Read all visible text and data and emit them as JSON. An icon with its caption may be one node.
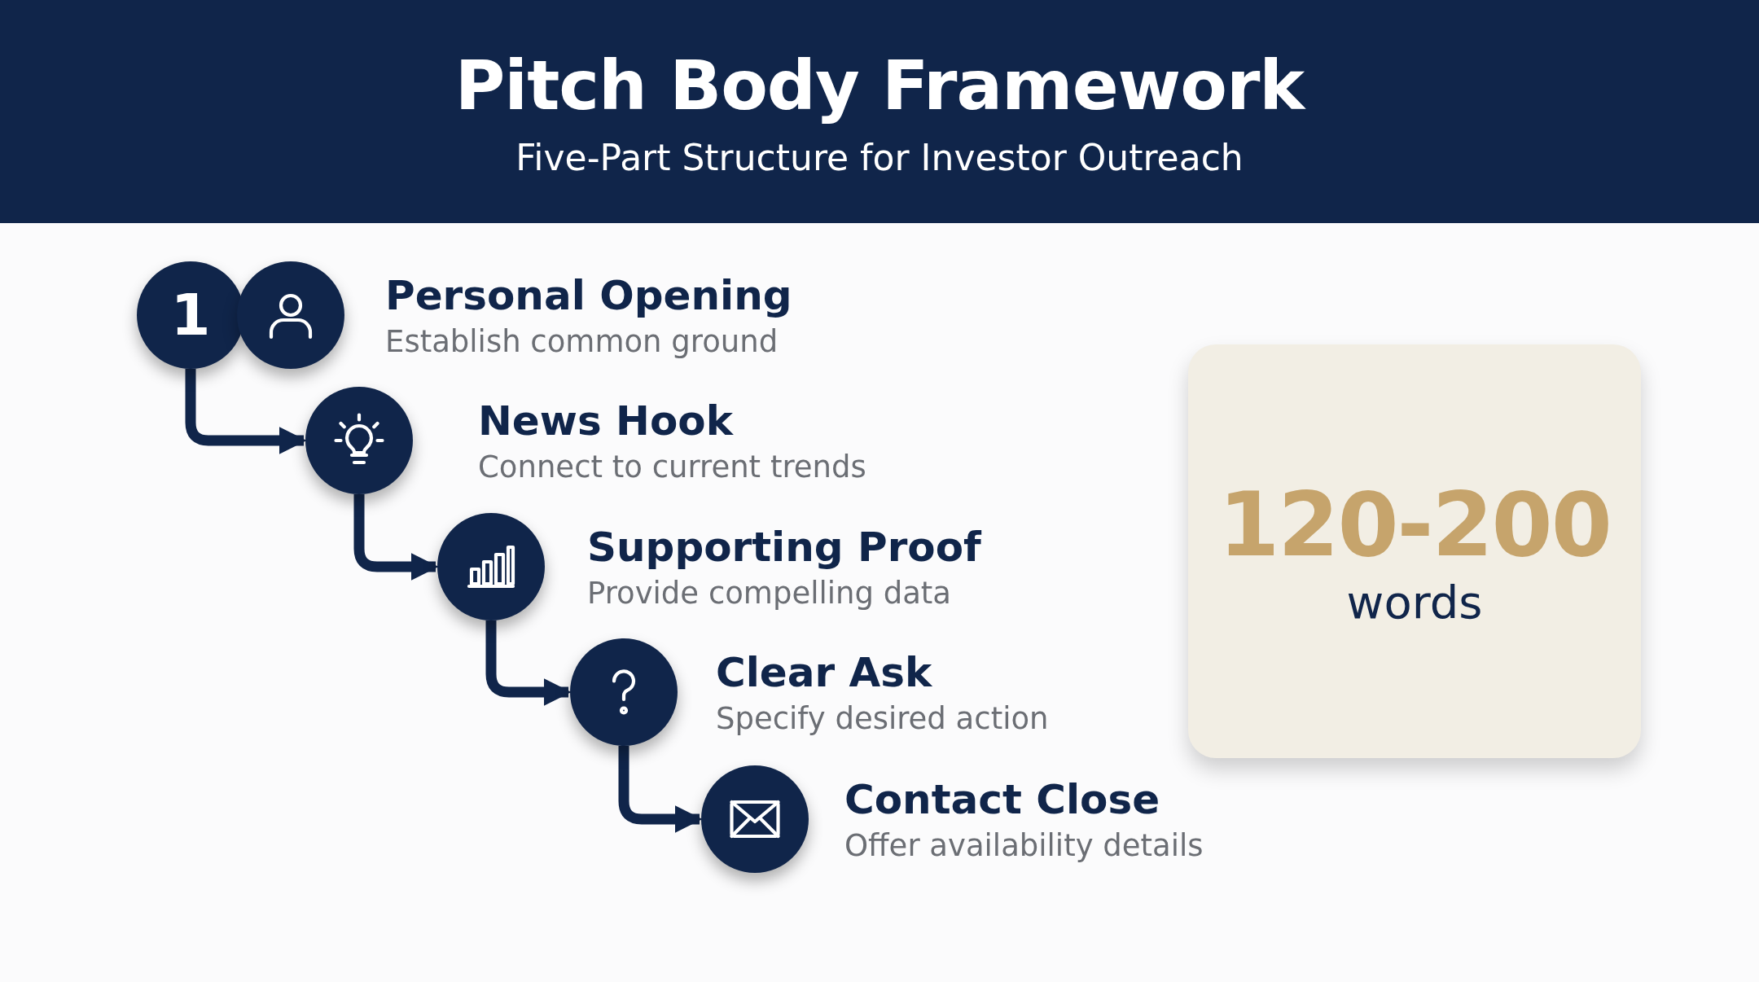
{
  "diagram": {
    "title": "Pitch Body Framework",
    "nodes": [
      {
        "text": [
          "1"
        ]
      },
      {
        "text": [
          "Personal Opening",
          "Establish common ground"
        ]
      },
      {
        "text": [
          "News Hook",
          "Connect to current trends"
        ]
      },
      {
        "text": [
          "Supporting Proof",
          "Provide compelling data"
        ]
      },
      {
        "text": [
          "Clear Ask",
          "Specify desired action"
        ]
      },
      {
        "text": [
          "Contact Close",
          "Offer availability details"
        ]
      },
      {
        "text": [
          "120-200",
          "words"
        ]
      }
    ],
    "edges": [
      {
        "from": 0,
        "to": 2,
        "arrow": "to"
      },
      {
        "from": 2,
        "to": 3,
        "arrow": "to"
      },
      {
        "from": 3,
        "to": 4,
        "arrow": "to"
      },
      {
        "from": 4,
        "to": 5,
        "arrow": "to"
      }
    ],
    "labels": [
      "Five-Part Structure for Investor Outreach"
    ]
  }
}
